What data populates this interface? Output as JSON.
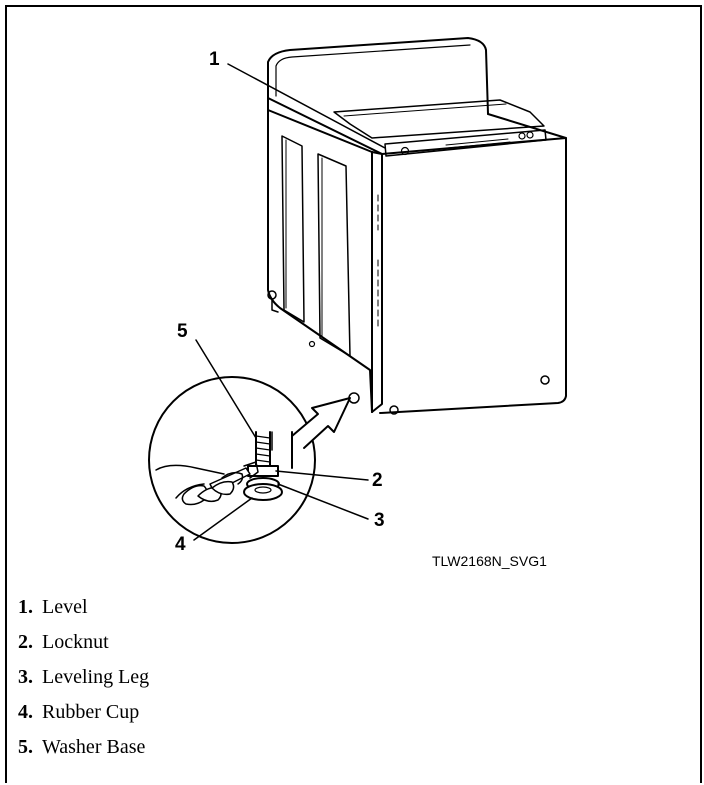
{
  "figure_id": "TLW2168N_SVG1",
  "callouts": [
    "1",
    "2",
    "3",
    "4",
    "5"
  ],
  "legend": [
    {
      "num": "1.",
      "label": "Level"
    },
    {
      "num": "2.",
      "label": "Locknut"
    },
    {
      "num": "3.",
      "label": "Leveling Leg"
    },
    {
      "num": "4.",
      "label": "Rubber Cup"
    },
    {
      "num": "5.",
      "label": "Washer Base"
    }
  ]
}
